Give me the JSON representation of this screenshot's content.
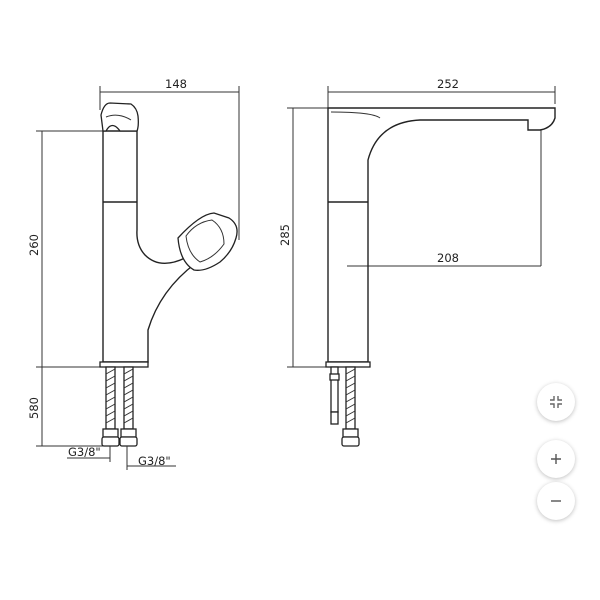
{
  "dimensions": {
    "left_view_width": "148",
    "left_view_height": "260",
    "hose_length": "580",
    "connection_left": "G3/8\"",
    "connection_right": "G3/8\"",
    "right_view_reach": "252",
    "right_view_height": "285",
    "right_view_clearance": "208"
  },
  "controls": {
    "fullscreen_icon": "collapse-icon",
    "zoom_in_icon": "plus-icon",
    "zoom_out_icon": "minus-icon"
  }
}
